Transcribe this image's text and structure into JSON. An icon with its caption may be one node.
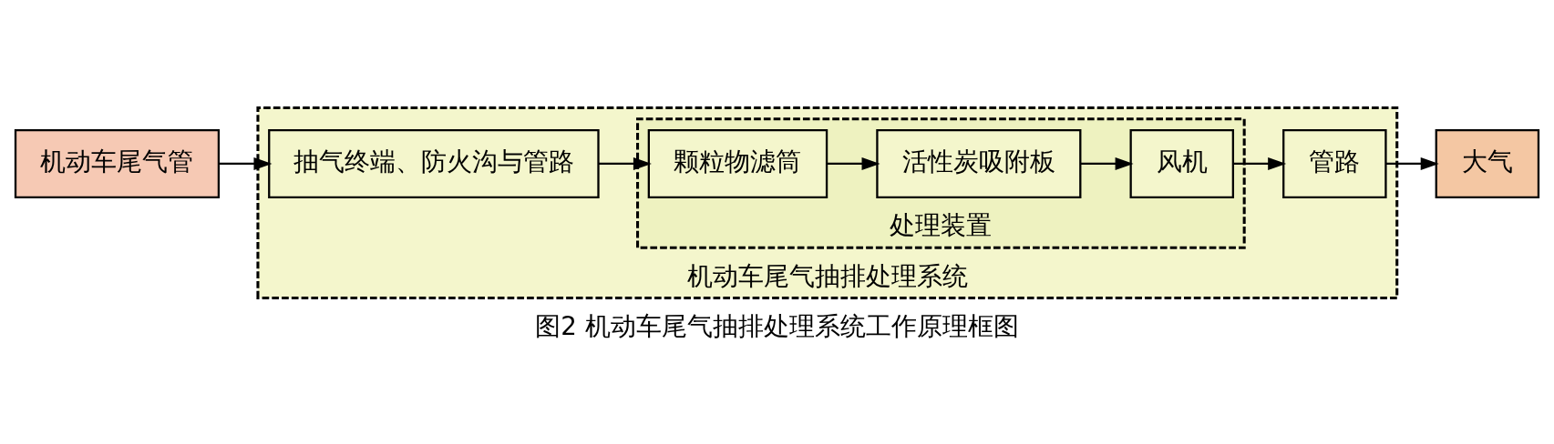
{
  "diagram": {
    "caption": "图2 机动车尾气抽排处理系统工作原理框图",
    "nodes": [
      {
        "text": [
          "机动车尾气管"
        ]
      },
      {
        "text": [
          "机动车尾气抽排处理系统"
        ]
      },
      {
        "text": [
          "抽气终端、防火沟与管路"
        ],
        "in": 1
      },
      {
        "text": [
          "处理装置"
        ],
        "in": 1
      },
      {
        "text": [
          "颗粒物滤筒"
        ],
        "in": 3
      },
      {
        "text": [
          "活性炭吸附板"
        ],
        "in": 3
      },
      {
        "text": [
          "风机"
        ],
        "in": 3
      },
      {
        "text": [
          "管路"
        ],
        "in": 1
      },
      {
        "text": [
          "大气"
        ]
      }
    ],
    "edges": [
      {
        "from": 0,
        "to": 2,
        "arrow": "to"
      },
      {
        "from": 2,
        "to": 4,
        "arrow": "to"
      },
      {
        "from": 4,
        "to": 5,
        "arrow": "to"
      },
      {
        "from": 5,
        "to": 6,
        "arrow": "to"
      },
      {
        "from": 6,
        "to": 7,
        "arrow": "to"
      },
      {
        "from": 7,
        "to": 8,
        "arrow": "to"
      }
    ]
  }
}
